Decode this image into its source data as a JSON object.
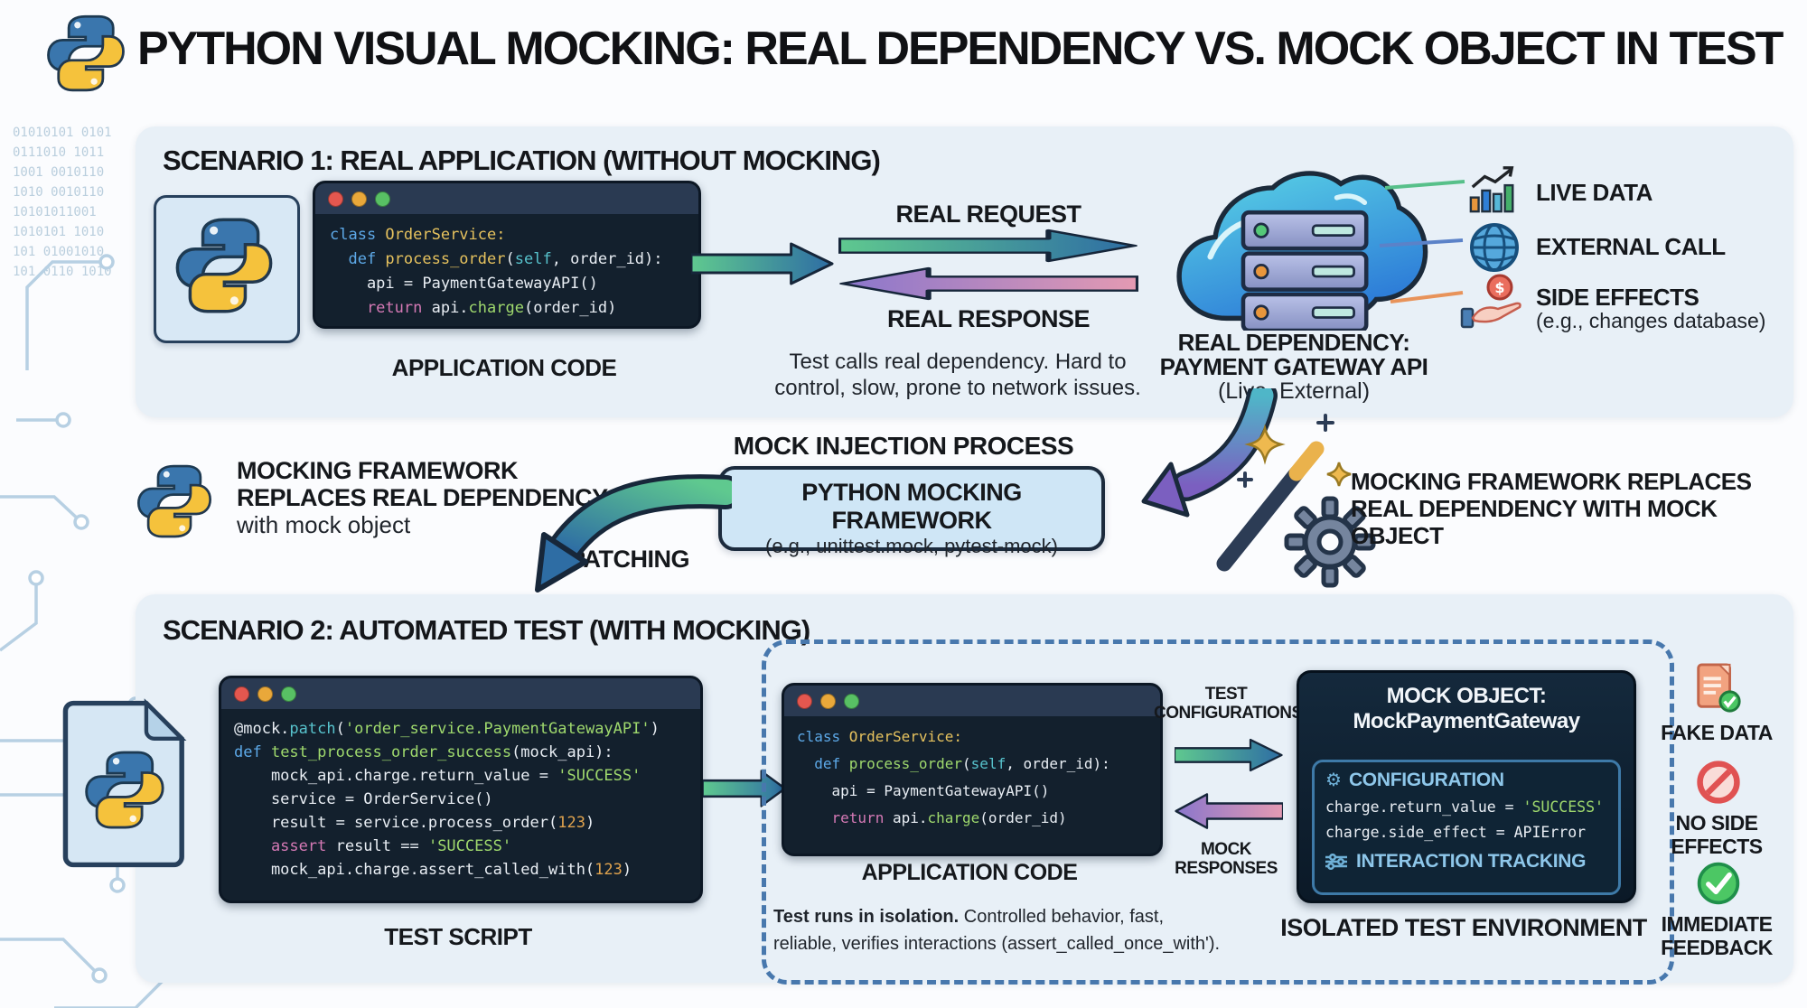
{
  "header": {
    "title": "PYTHON VISUAL MOCKING: REAL DEPENDENCY VS. MOCK OBJECT IN TEST"
  },
  "scenario1": {
    "title": "SCENARIO 1: REAL APPLICATION (WITHOUT MOCKING)",
    "app_code_label": "APPLICATION CODE",
    "request_label": "REAL REQUEST",
    "response_label": "REAL RESPONSE",
    "note_line1": "Test calls real dependency. Hard to",
    "note_line2": "control, slow, prone to network issues.",
    "dependency_line1": "REAL DEPENDENCY:",
    "dependency_line2": "PAYMENT GATEWAY API",
    "dependency_line3": "(Live, External)",
    "feature1_label": "LIVE DATA",
    "feature2_label": "EXTERNAL CALL",
    "feature3_label": "SIDE EFFECTS",
    "feature3_sub": "(e.g., changes database)"
  },
  "injection": {
    "left_note_line1": "MOCKING FRAMEWORK",
    "left_note_line2": "REPLACES REAL DEPENDENCY",
    "left_note_line3": "with mock object",
    "title": "MOCK INJECTION PROCESS",
    "framework_title": "PYTHON MOCKING FRAMEWORK",
    "framework_sub": "(e.g., unittest.mock, pytest-mock)",
    "patching_label": "PATCHING",
    "right_note_line1": "MOCKING FRAMEWORK REPLACES",
    "right_note_line2": "REAL DEPENDENCY WITH MOCK OBJECT"
  },
  "scenario2": {
    "title": "SCENARIO 2: AUTOMATED TEST (WITH MOCKING)",
    "test_script_label": "TEST SCRIPT",
    "app_code_label": "APPLICATION CODE",
    "test_config_line1": "TEST",
    "test_config_line2": "CONFIGURATIONS",
    "mock_responses_line1": "MOCK",
    "mock_responses_line2": "RESPONSES",
    "isolation_bold": "Test runs in isolation.",
    "isolation_rest": " Controlled behavior, fast,",
    "isolation_line2": "reliable, verifies interactions (assert_called_once_with').",
    "environment_label": "ISOLATED TEST ENVIRONMENT",
    "mock_title_line1": "MOCK OBJECT:",
    "mock_title_line2": "MockPaymentGateway",
    "configuration_label": "CONFIGURATION",
    "tracking_label": "INTERACTION TRACKING",
    "benefit1_label": "FAKE DATA",
    "benefit2_line1": "NO SIDE",
    "benefit2_line2": "EFFECTS",
    "benefit3_line1": "IMMEDIATE",
    "benefit3_line2": "FEEDBACK"
  },
  "code_blocks": {
    "app1": {
      "lines": [
        [
          [
            "kw",
            "class "
          ],
          [
            "fn",
            "OrderService:"
          ]
        ],
        [
          [
            "kw",
            "  def "
          ],
          [
            "fn",
            "process_order"
          ],
          [
            "w",
            "("
          ],
          [
            "cy",
            "self"
          ],
          [
            "w",
            ", order_id):"
          ]
        ],
        [
          [
            "w",
            "    api = PaymentGatewayAPI()"
          ]
        ],
        [
          [
            "pk",
            "    return "
          ],
          [
            "w",
            "api."
          ],
          [
            "gr",
            "charge"
          ],
          [
            "w",
            "(order_id)"
          ]
        ]
      ]
    },
    "test": {
      "lines": [
        [
          [
            "w",
            "@mock."
          ],
          [
            "cy",
            "patch"
          ],
          [
            "w",
            "("
          ],
          [
            "gr",
            "'order_service.PaymentGatewayAPI'"
          ],
          [
            "w",
            ")"
          ]
        ],
        [
          [
            "kw",
            "def "
          ],
          [
            "gr",
            "test_process_order_success"
          ],
          [
            "w",
            "(mock_api):"
          ]
        ],
        [
          [
            "w",
            "    mock_api.charge.return_value = "
          ],
          [
            "gr",
            "'SUCCESS'"
          ]
        ],
        [
          [
            "w",
            "    service = OrderService()"
          ]
        ],
        [
          [
            "w",
            "    result = service.process_order("
          ],
          [
            "nm",
            "123"
          ],
          [
            "w",
            ")"
          ]
        ],
        [
          [
            "pk",
            "    assert "
          ],
          [
            "w",
            "result == "
          ],
          [
            "gr",
            "'SUCCESS'"
          ]
        ],
        [
          [
            "w",
            "    mock_api.charge.assert_called_with("
          ],
          [
            "nm",
            "123"
          ],
          [
            "w",
            ")"
          ]
        ]
      ]
    },
    "app2": {
      "lines": [
        [
          [
            "kw",
            "class "
          ],
          [
            "fn",
            "OrderService:"
          ]
        ],
        [
          [
            "kw",
            "  def "
          ],
          [
            "gr",
            "process_order"
          ],
          [
            "w",
            "("
          ],
          [
            "cy",
            "self"
          ],
          [
            "w",
            ", order_id):"
          ]
        ],
        [
          [
            "w",
            "    api = PaymentGatewayAPI()"
          ]
        ],
        [
          [
            "pk",
            "    return "
          ],
          [
            "w",
            "api."
          ],
          [
            "gr",
            "charge"
          ],
          [
            "w",
            "(order_id)"
          ]
        ]
      ]
    },
    "mock_config": {
      "lines": [
        [
          [
            "w",
            "charge.return_value = "
          ],
          [
            "gr",
            "'SUCCESS'"
          ]
        ],
        [
          [
            "w",
            "charge.side_effect = APIError"
          ]
        ]
      ]
    }
  },
  "decoration": {
    "binary_text": "01010101 0101\n0111010 1011\n1001 0010110\n1010 0010110\n10101011001\n1010101 1010\n101 01001010\n101 0110 1010"
  },
  "colors": {
    "panel_bg": "#e8f0f7",
    "code_bg": "#13202d",
    "keyword_blue": "#5da9e8",
    "function_yellow": "#e6c25e",
    "string_green": "#9fd96d",
    "magenta": "#d579b5",
    "cyan": "#57c2cc",
    "number_orange": "#e0a34e",
    "arrow_green": "#5fc98f",
    "arrow_blue": "#2e6da4",
    "arrow_purple": "#8a76cc",
    "arrow_pink": "#e49ab2",
    "framework_box_bg": "#cfe6f6",
    "dashed_border": "#4878ad"
  }
}
